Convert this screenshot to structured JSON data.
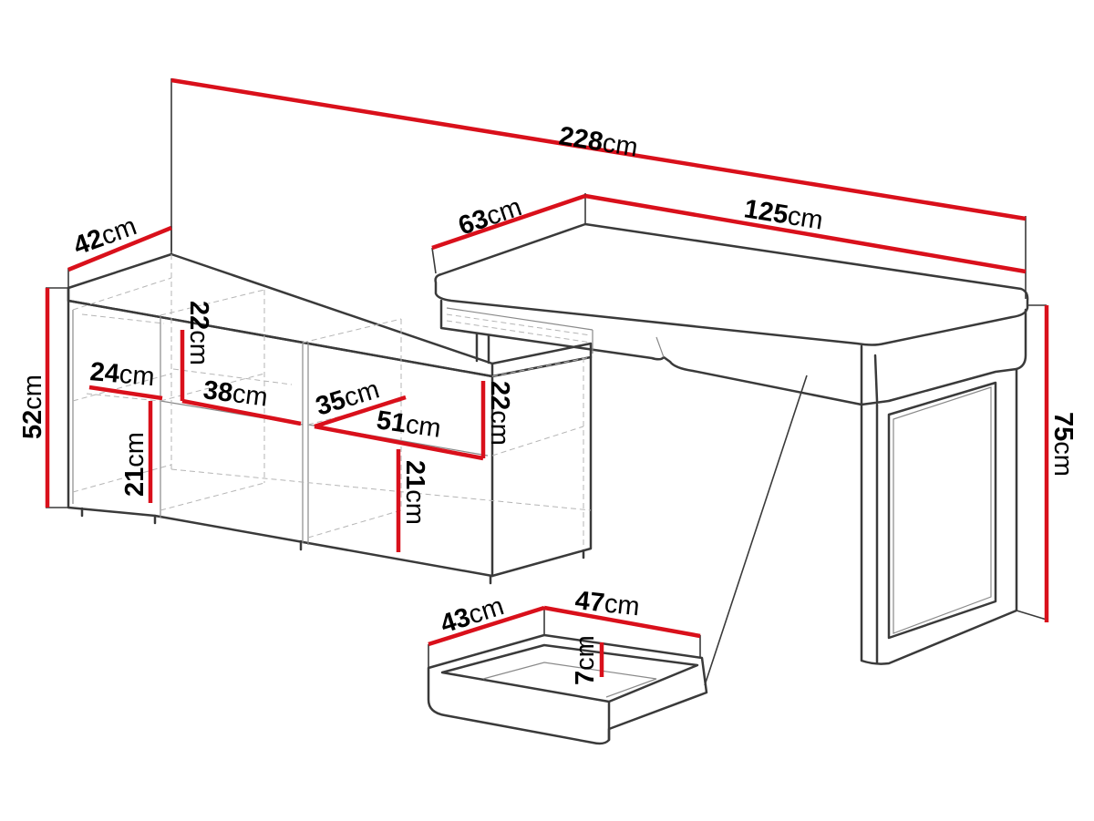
{
  "unit": "cm",
  "colors": {
    "dimension_line": "#d9101b",
    "outline": "#3a3a3a"
  },
  "dimensions": {
    "total_width": "228",
    "desk_depth": "63",
    "desk_width": "125",
    "cabinet_depth": "42",
    "cabinet_height": "52",
    "desk_height": "75",
    "shelf_depth_left": "24",
    "compartment_height_top": "22",
    "compartment_width": "38",
    "shelf_depth_right": "35",
    "shelf_width_right": "51",
    "compartment_height_right": "22",
    "compartment_height_left_bottom": "21",
    "compartment_height_right_bottom": "21",
    "drawer_depth": "43",
    "drawer_width": "47",
    "drawer_height": "7"
  }
}
